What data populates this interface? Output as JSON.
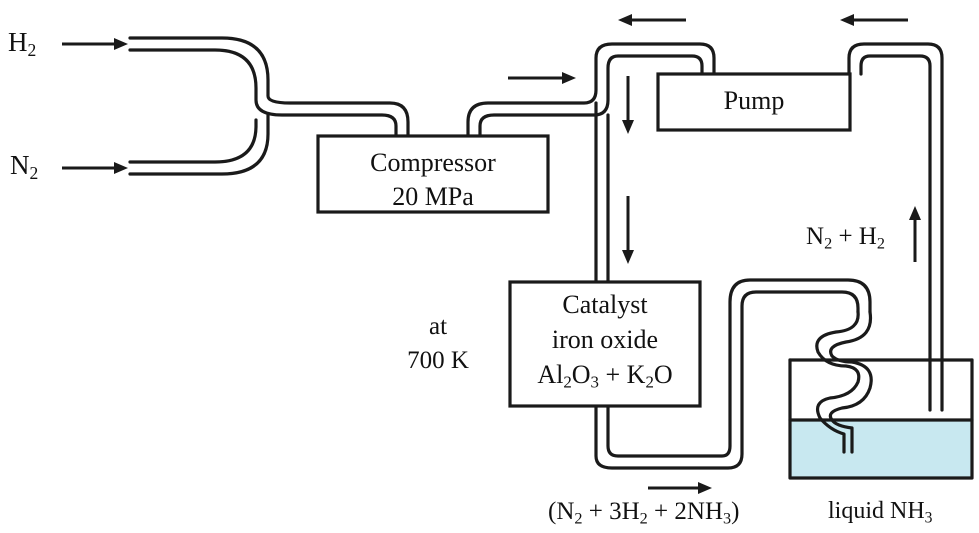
{
  "inputs": {
    "h2": {
      "main": "H",
      "sub": "2"
    },
    "n2": {
      "main": "N",
      "sub": "2"
    }
  },
  "compressor": {
    "line1": "Compressor",
    "line2": "20 MPa"
  },
  "pump": {
    "label": "Pump"
  },
  "condition": {
    "line1": "at",
    "line2": "700 K"
  },
  "catalyst": {
    "line1": "Catalyst",
    "line2": "iron oxide",
    "line3": {
      "p1": "Al",
      "s1": "2",
      "p2": "O",
      "s2": "3",
      "p3": " + K",
      "s3": "2",
      "p4": "O"
    }
  },
  "recycle_label": {
    "p1": "N",
    "s1": "2",
    "p2": " + H",
    "s2": "2"
  },
  "outlet_label": {
    "p1": "(N",
    "s1": "2",
    "p2": " + 3H",
    "s2": "2",
    "p3": " + 2NH",
    "s3": "3",
    "p4": ")"
  },
  "product_label": {
    "p1": "liquid NH",
    "s1": "3"
  },
  "colors": {
    "liquid": "#c8e8f0",
    "line": "#1a1a1a"
  }
}
